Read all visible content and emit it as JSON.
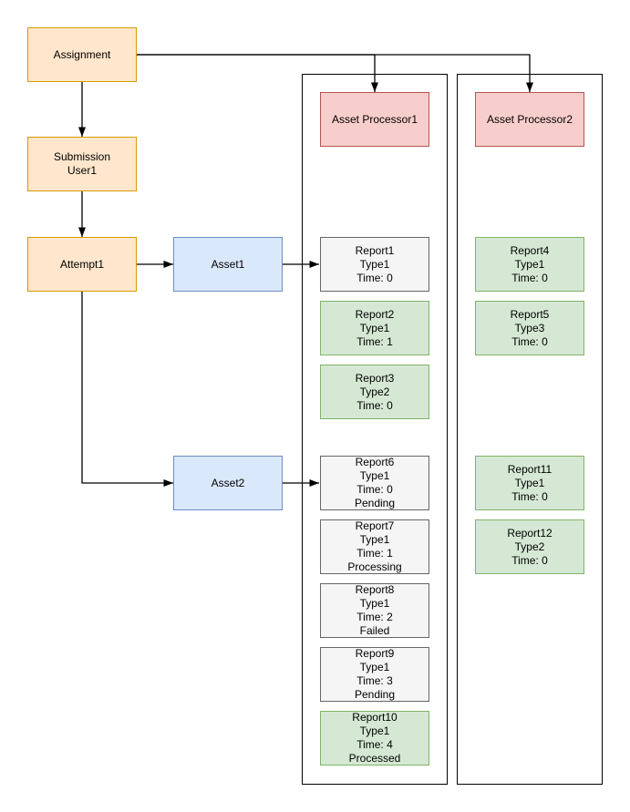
{
  "colors": {
    "canvas-bg": "#ffffff",
    "edge-line": "#000000",
    "container-stroke": "#000000",
    "orange-fill": "#ffe6cc",
    "orange-stroke": "#d79b00",
    "blue-fill": "#dae8fc",
    "blue-stroke": "#6c8ebf",
    "red-fill": "#f8cecc",
    "red-stroke": "#b85450",
    "green-fill": "#d5e8d4",
    "green-stroke": "#82b366",
    "gray-fill": "#f5f5f5",
    "gray-stroke": "#666666"
  },
  "nodes": {
    "assignment": {
      "label": "Assignment"
    },
    "submission_user1": {
      "label": "Submission\nUser1"
    },
    "attempt1": {
      "label": "Attempt1"
    },
    "asset1": {
      "label": "Asset1"
    },
    "asset2": {
      "label": "Asset2"
    },
    "asset_processor1": {
      "label": "Asset Processor1"
    },
    "asset_processor2": {
      "label": "Asset Processor2"
    },
    "report1": {
      "label": "Report1\nType1\nTime: 0"
    },
    "report2": {
      "label": "Report2\nType1\nTime: 1"
    },
    "report3": {
      "label": "Report3\nType2\nTime: 0"
    },
    "report4": {
      "label": "Report4\nType1\nTime: 0"
    },
    "report5": {
      "label": "Report5\nType3\nTime: 0"
    },
    "report6": {
      "label": "Report6\nType1\nTime: 0\nPending"
    },
    "report7": {
      "label": "Report7\nType1\nTime: 1\nProcessing"
    },
    "report8": {
      "label": "Report8\nType1\nTime: 2\nFailed"
    },
    "report9": {
      "label": "Report9\nType1\nTime: 3\nPending"
    },
    "report10": {
      "label": "Report10\nType1\nTime: 4\nProcessed"
    },
    "report11": {
      "label": "Report11\nType1\nTime: 0"
    },
    "report12": {
      "label": "Report12\nType2\nTime: 0"
    }
  },
  "edges": [
    {
      "from": "assignment",
      "to": "submission_user1"
    },
    {
      "from": "submission_user1",
      "to": "attempt1"
    },
    {
      "from": "attempt1",
      "to": "asset1"
    },
    {
      "from": "attempt1",
      "to": "asset2"
    },
    {
      "from": "asset1",
      "to": "report1"
    },
    {
      "from": "asset2",
      "to": "report6"
    },
    {
      "from": "assignment",
      "to": "asset_processor1"
    },
    {
      "from": "assignment",
      "to": "asset_processor2"
    }
  ]
}
